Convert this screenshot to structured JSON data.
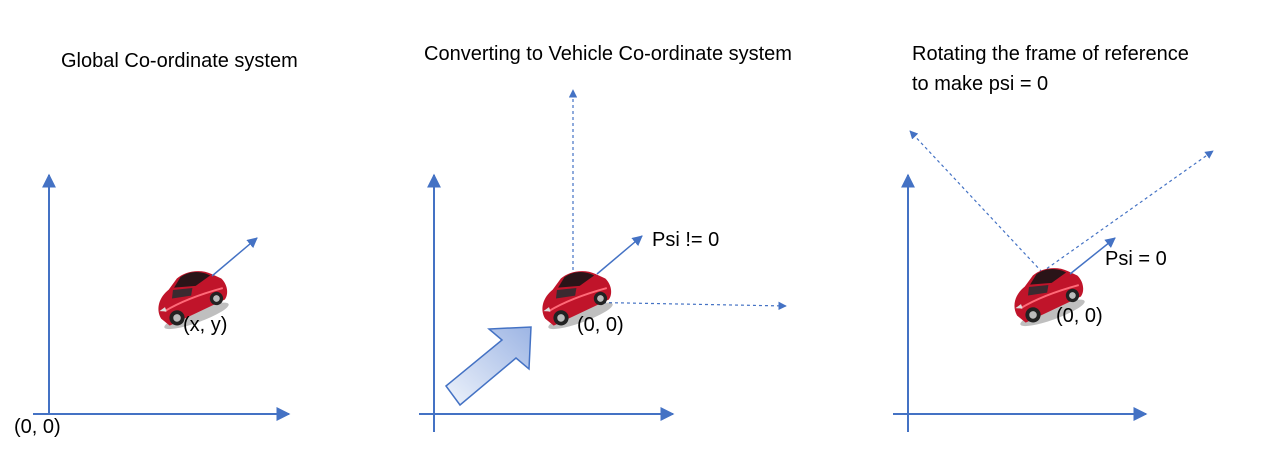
{
  "panels": [
    {
      "title": "Global Co-ordinate system",
      "car_label": "(x, y)",
      "origin_label": "(0, 0)"
    },
    {
      "title": "Converting to Vehicle Co-ordinate system",
      "heading_label": "Psi != 0",
      "car_label": "(0, 0)"
    },
    {
      "title_line1": "Rotating the frame of reference",
      "title_line2": "to make psi = 0",
      "heading_label": "Psi = 0",
      "car_label": "(0, 0)"
    }
  ],
  "colors": {
    "axis": "#4472c4",
    "arrow_fill_light": "#eef3fb",
    "arrow_fill_dark": "#9db5e4",
    "car_body": "#c0142a",
    "car_dark": "#6e0a16"
  },
  "icons": [
    "car-icon",
    "transform-arrow-icon"
  ]
}
